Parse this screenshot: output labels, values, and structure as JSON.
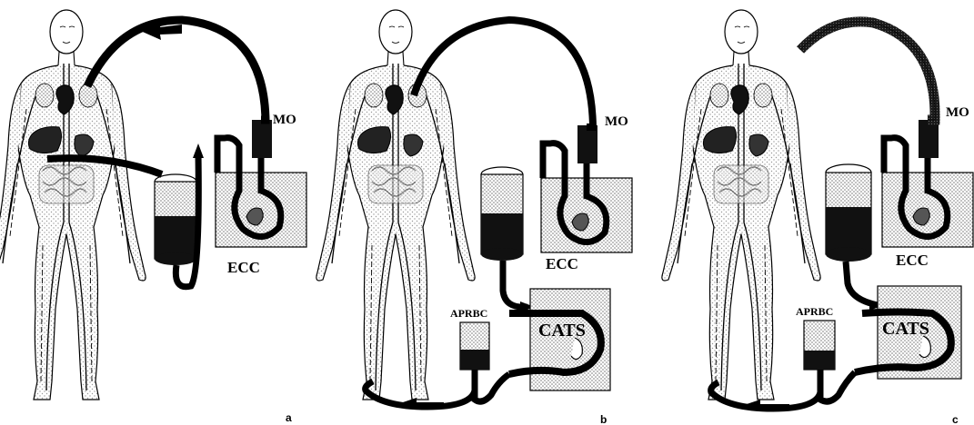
{
  "panels": [
    {
      "id": "a",
      "letter": "a",
      "labels": {
        "oxygenator": "MO",
        "circuit": "ECC"
      },
      "has_cats": false,
      "has_aprbc": false,
      "outflow_to_head": false
    },
    {
      "id": "b",
      "letter": "b",
      "labels": {
        "oxygenator": "MO",
        "circuit": "ECC",
        "cell_saver": "CATS",
        "bag": "APRBC"
      },
      "has_cats": true,
      "has_aprbc": true,
      "outflow_to_head": false
    },
    {
      "id": "c",
      "letter": "c",
      "labels": {
        "oxygenator": "MO",
        "circuit": "ECC",
        "cell_saver": "CATS",
        "bag": "APRBC"
      },
      "has_cats": true,
      "has_aprbc": true,
      "outflow_to_head": true
    }
  ],
  "colors": {
    "ink": "#000000",
    "stipple": "#c8c8c8",
    "paper": "#ffffff"
  }
}
